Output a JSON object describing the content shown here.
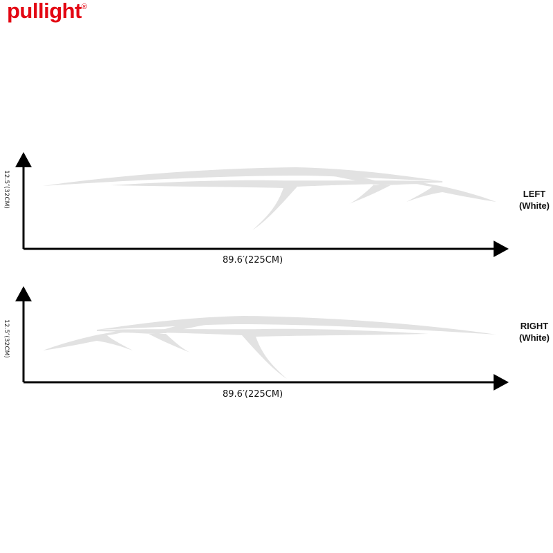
{
  "brand": {
    "name": "pullight",
    "mark": "®",
    "color": "#e30613"
  },
  "decal_color": "#e2e2e2",
  "panels": [
    {
      "side_title": "LEFT",
      "side_color": "(White)",
      "width_label": "89.6′(225CM)",
      "height_label": "12.5″(32CM)"
    },
    {
      "side_title": "RIGHT",
      "side_color": "(White)",
      "width_label": "89.6′(225CM)",
      "height_label": "12.5″(32CM)"
    }
  ]
}
